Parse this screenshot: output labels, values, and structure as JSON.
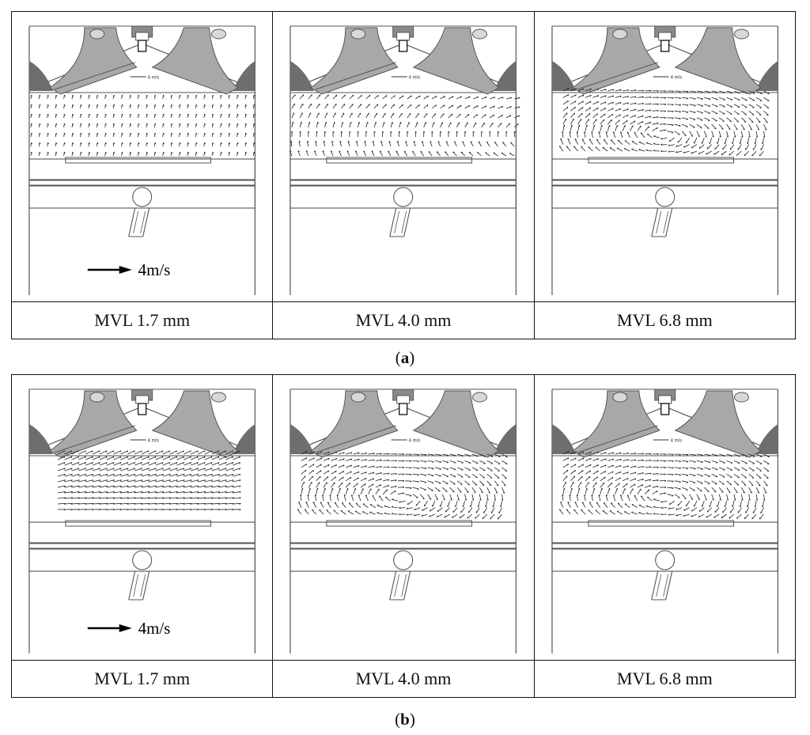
{
  "figure_a": {
    "label_open": "(",
    "label_letter": "a",
    "label_close": ")",
    "panels": [
      {
        "caption": "MVL 1.7 mm",
        "scale_label": "4m/s",
        "small_scale_label": "4 m/s",
        "pattern": "uniform-upward"
      },
      {
        "caption": "MVL 4.0 mm",
        "small_scale_label": "4 m/s",
        "pattern": "weak-swirl"
      },
      {
        "caption": "MVL 6.8 mm",
        "small_scale_label": "4 m/s",
        "pattern": "tumble-vortex-left"
      }
    ]
  },
  "figure_b": {
    "label_open": "(",
    "label_letter": "b",
    "label_close": ")",
    "panels": [
      {
        "caption": "MVL 1.7 mm",
        "scale_label": "4m/s",
        "small_scale_label": "4 m/s",
        "pattern": "dense-rightward"
      },
      {
        "caption": "MVL 4.0 mm",
        "small_scale_label": "4 m/s",
        "pattern": "tumble-vortex-left"
      },
      {
        "caption": "MVL 6.8 mm",
        "small_scale_label": "4 m/s",
        "pattern": "tumble-vortex-left"
      }
    ]
  },
  "colors": {
    "line": "#555555",
    "valve_fill": "#a8a8a8",
    "dark_fill": "#6e6e6e",
    "vector": "#222222"
  }
}
